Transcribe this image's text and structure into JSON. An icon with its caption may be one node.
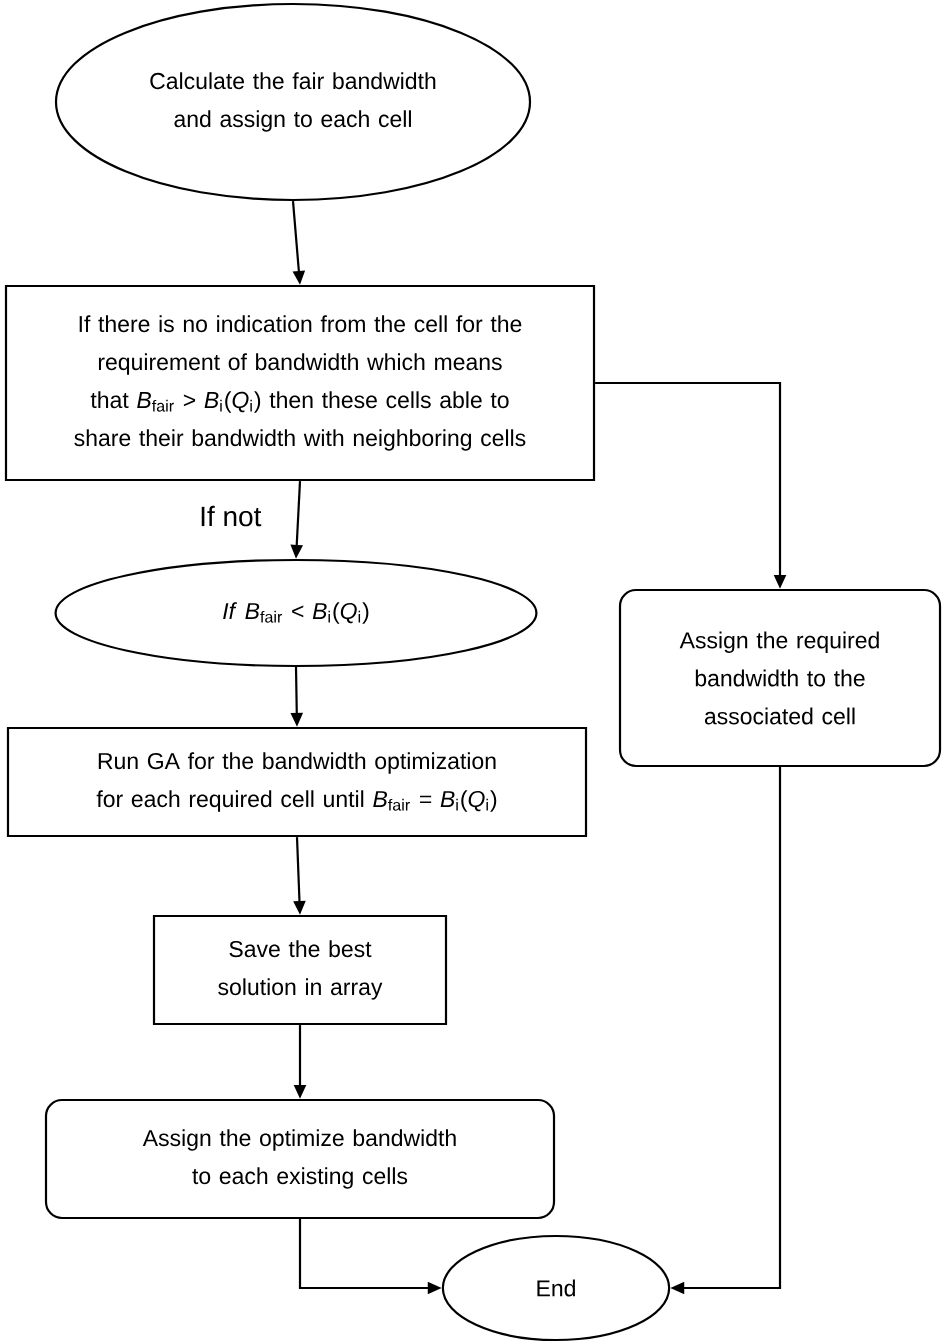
{
  "diagram": {
    "nodes": [
      {
        "text": [
          "Calculate the fair bandwidth and assign to each cell"
        ]
      },
      {
        "text": [
          "If there is no indication from the cell for the requirement of bandwidth which means that *B*$_{fair}$ > *B*$_{i}$(*Q*$_{i}$) then these cells able to share their bandwidth with neighboring cells"
        ]
      },
      {
        "text": [
          "*If* *B*$_{fair}$ < *B*$_{i}$(*Q*$_{i}$)"
        ]
      },
      {
        "text": [
          "Run GA for the bandwidth optimization for each required cell until *B*$_{fair}$ = *B*$_{i}$(*Q*$_{i}$)"
        ]
      },
      {
        "text": [
          "Save the best solution in array"
        ]
      },
      {
        "text": [
          "Assign the optimize bandwidth to each existing cells"
        ]
      },
      {
        "text": [
          "End"
        ]
      },
      {
        "text": [
          "Assign the required bandwidth to the associated cell"
        ]
      }
    ],
    "edges": [
      {
        "from": 0,
        "to": 1,
        "arrow": "to"
      },
      {
        "from": 1,
        "to": 2,
        "arrow": "to",
        "label": "If not"
      },
      {
        "from": 2,
        "to": 3,
        "arrow": "to"
      },
      {
        "from": 3,
        "to": 4,
        "arrow": "to"
      },
      {
        "from": 4,
        "to": 5,
        "arrow": "to"
      },
      {
        "from": 5,
        "to": 6,
        "arrow": "to"
      },
      {
        "from": 1,
        "to": 7,
        "arrow": "to"
      },
      {
        "from": 7,
        "to": 6,
        "arrow": "to"
      }
    ]
  }
}
